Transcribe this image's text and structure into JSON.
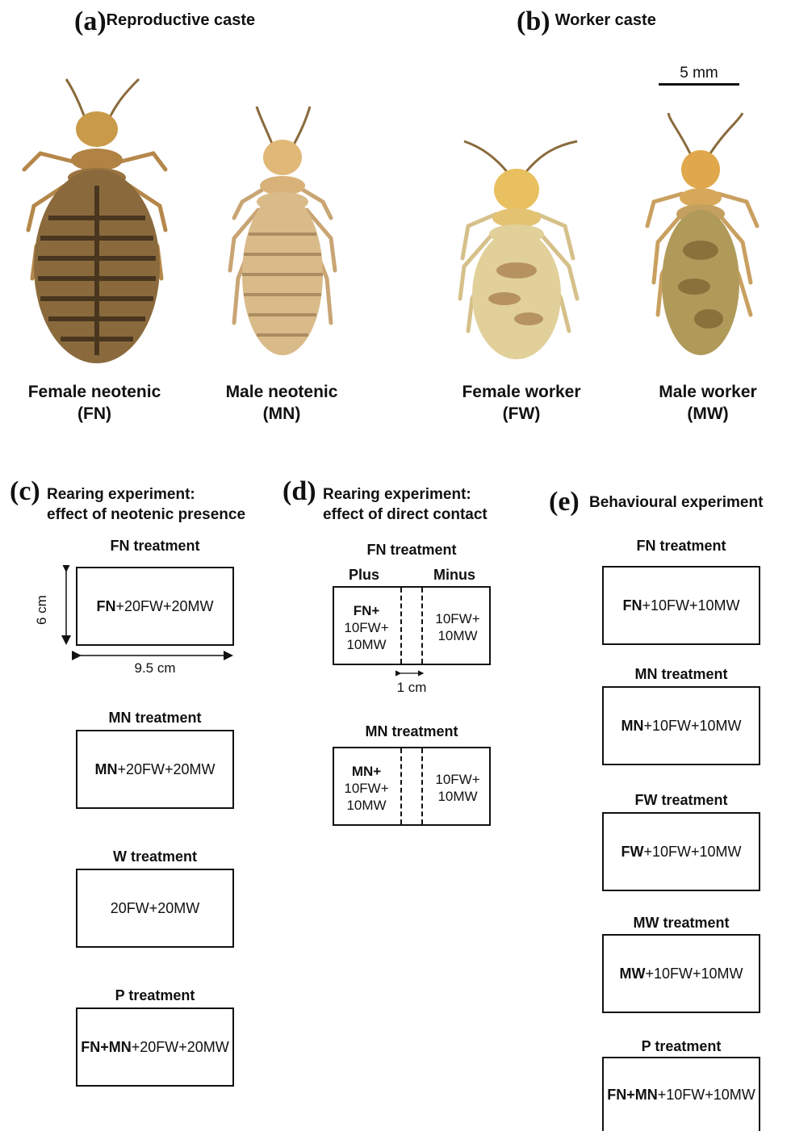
{
  "panel_a": {
    "letter": "(a)",
    "title": "Reproductive caste"
  },
  "panel_b": {
    "letter": "(b)",
    "title": "Worker caste",
    "scale_bar": "5 mm"
  },
  "castes": [
    {
      "name": "Female neotenic",
      "abbr": "(FN)"
    },
    {
      "name": "Male neotenic",
      "abbr": "(MN)"
    },
    {
      "name": "Female worker",
      "abbr": "(FW)"
    },
    {
      "name": "Male worker",
      "abbr": "(MW)"
    }
  ],
  "panel_c": {
    "letter": "(c)",
    "title_line1": "Rearing experiment:",
    "title_line2": "effect of neotenic presence",
    "dim_height": "6 cm",
    "dim_width": "9.5 cm",
    "treatments": [
      {
        "title": "FN treatment",
        "bold": "FN",
        "rest": "+20FW+20MW"
      },
      {
        "title": "MN treatment",
        "bold": "MN",
        "rest": "+20FW+20MW"
      },
      {
        "title": "W treatment",
        "bold": "",
        "rest": "20FW+20MW"
      },
      {
        "title": "P treatment",
        "bold": "FN+MN",
        "rest": "+20FW+20MW"
      }
    ]
  },
  "panel_d": {
    "letter": "(d)",
    "title_line1": "Rearing experiment:",
    "title_line2": "effect of direct contact",
    "plus_label": "Plus",
    "minus_label": "Minus",
    "gap_label": "1 cm",
    "treatments": [
      {
        "title": "FN treatment",
        "left_bold": "FN+",
        "left_l2": "10FW+",
        "left_l3": "10MW",
        "right_l1": "10FW+",
        "right_l2": "10MW"
      },
      {
        "title": "MN treatment",
        "left_bold": "MN+",
        "left_l2": "10FW+",
        "left_l3": "10MW",
        "right_l1": "10FW+",
        "right_l2": "10MW"
      }
    ]
  },
  "panel_e": {
    "letter": "(e)",
    "title": "Behavioural experiment",
    "treatments": [
      {
        "title": "FN treatment",
        "bold": "FN",
        "rest": "+10FW+10MW"
      },
      {
        "title": "MN treatment",
        "bold": "MN",
        "rest": "+10FW+10MW"
      },
      {
        "title": "FW treatment",
        "bold": "FW",
        "rest": "+10FW+10MW"
      },
      {
        "title": "MW treatment",
        "bold": "MW",
        "rest": "+10FW+10MW"
      },
      {
        "title": "P treatment",
        "bold": "FN+MN",
        "rest": "+10FW+10MW"
      }
    ]
  },
  "colors": {
    "fn_body": "#8a6a3c",
    "fn_stripes": "#3a2a18",
    "mn_body": "#d9bb8a",
    "fw_body": "#e1d09a",
    "mw_body": "#b09a5a",
    "head": "#c99a4a"
  }
}
